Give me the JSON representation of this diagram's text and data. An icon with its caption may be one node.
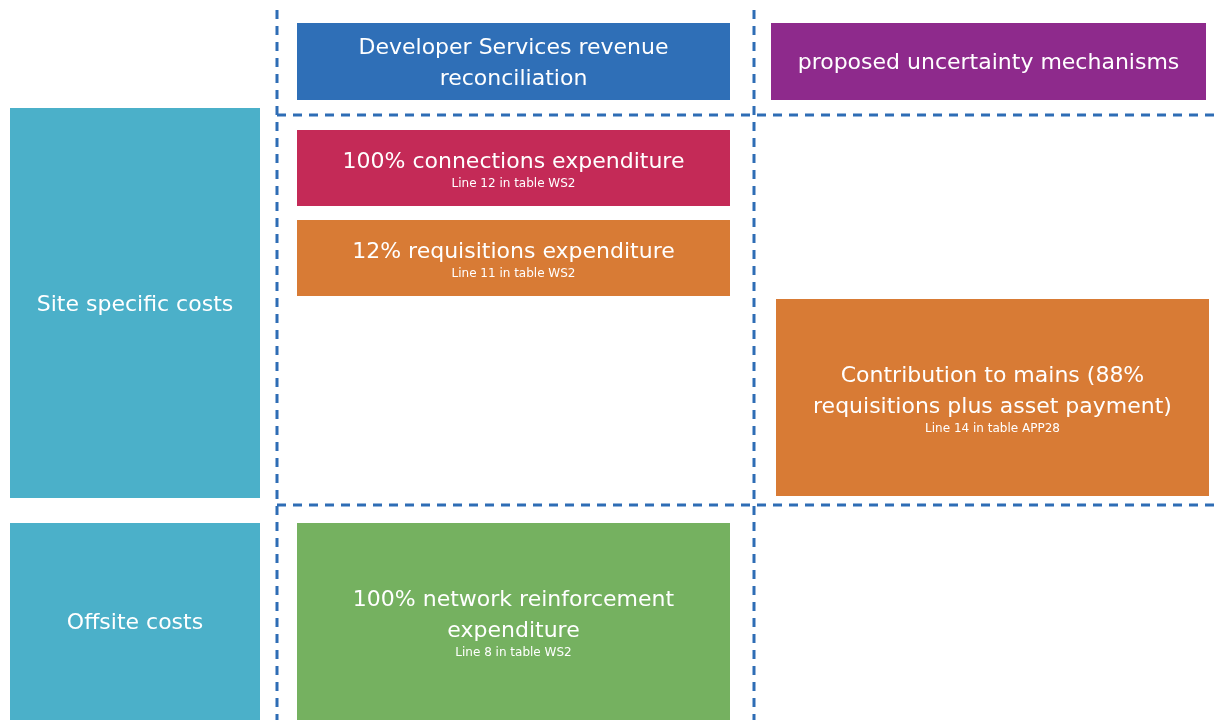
{
  "diagram": {
    "nodes": [
      {
        "text": [
          "Developer Services revenue reconciliation"
        ]
      },
      {
        "text": [
          "proposed uncertainty mechanisms"
        ]
      },
      {
        "text": [
          "Site specific costs"
        ]
      },
      {
        "text": [
          "Offsite costs"
        ]
      },
      {
        "text": [
          "100% connections expenditure",
          "Line 12 in table WS2"
        ]
      },
      {
        "text": [
          "12% requisitions expenditure",
          "Line 11 in table WS2"
        ]
      },
      {
        "text": [
          "Contribution to mains (88% requisitions plus asset payment)",
          "Line 14 in table APP28"
        ]
      },
      {
        "text": [
          "100% network reinforcement expenditure",
          "Line 8 in table WS2"
        ]
      }
    ],
    "edges": []
  }
}
